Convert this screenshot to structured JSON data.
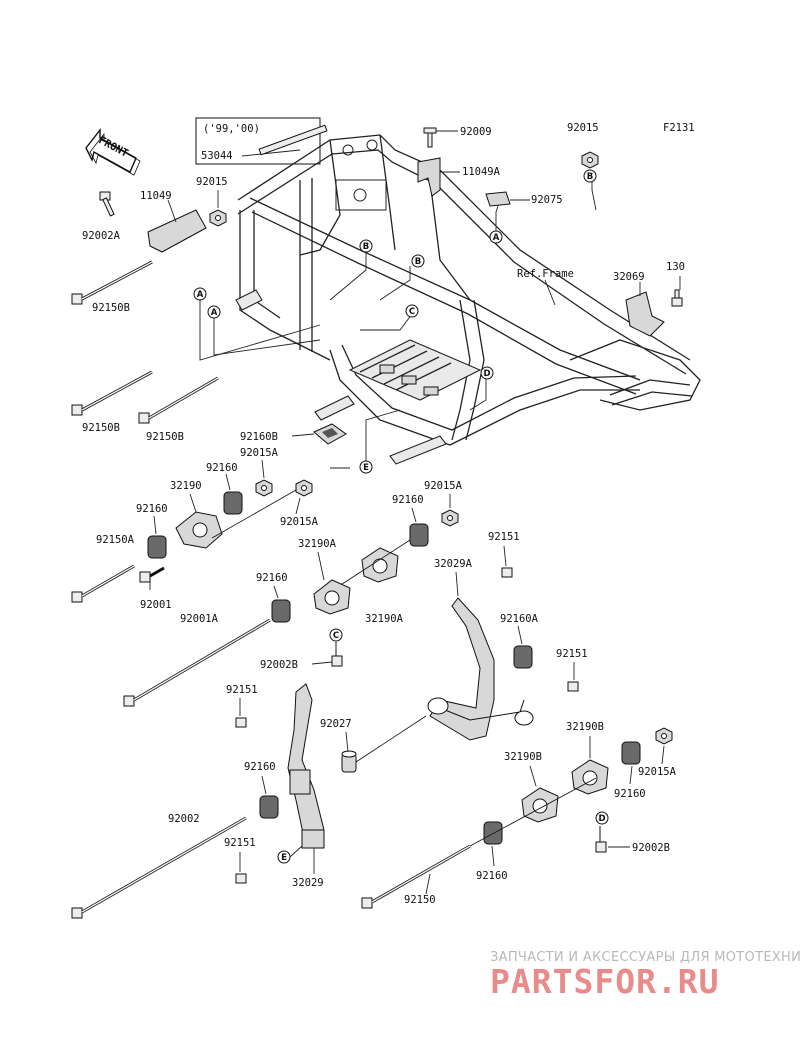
{
  "figure": {
    "code": "F2131",
    "front_label": "FRONT",
    "ref_frame_label": "Ref.Frame",
    "year_note": "('99,'00)"
  },
  "callouts": [
    "A",
    "B",
    "C",
    "D",
    "E"
  ],
  "part_labels": {
    "p92009": "92009",
    "p92015_top": "92015",
    "p11049A": "11049A",
    "p92075": "92075",
    "p53044": "53044",
    "p11049": "11049",
    "p92015_left": "92015",
    "p92002A": "92002A",
    "p92150B_1": "92150B",
    "p32069": "32069",
    "p130": "130",
    "p92150B_2": "92150B",
    "p92150B_3": "92150B",
    "p92160B": "92160B",
    "p92015A_1": "92015A",
    "p92160_1": "92160",
    "p32190": "32190",
    "p92160_2": "92160",
    "p92150A": "92150A",
    "p92015A_2": "92015A",
    "p92001": "92001",
    "p92015A_3": "92015A",
    "p92160_3": "92160",
    "p32190A_1": "32190A",
    "p32029A": "32029A",
    "p92151_1": "92151",
    "p92160_4": "92160",
    "p92001A": "92001A",
    "p32190A_2": "32190A",
    "p92160A": "92160A",
    "p92002B_1": "92002B",
    "p92151_2": "92151",
    "p92151_3": "92151",
    "p92027": "92027",
    "p32190B_1": "32190B",
    "p92015A_4": "92015A",
    "p92160_5": "92160",
    "p32190B_2": "32190B",
    "p92160_6": "92160",
    "p92002": "92002",
    "p92002B_2": "92002B",
    "p92151_4": "92151",
    "p32029": "32029",
    "p92160_7": "92160",
    "p92150": "92150"
  },
  "watermark": {
    "tagline": "ЗАПЧАСТИ И АКСЕССУАРЫ ДЛЯ МОТОТЕХНИКИ",
    "brand": "PARTSFOR.RU",
    "brand_color": "#e98b8b"
  }
}
